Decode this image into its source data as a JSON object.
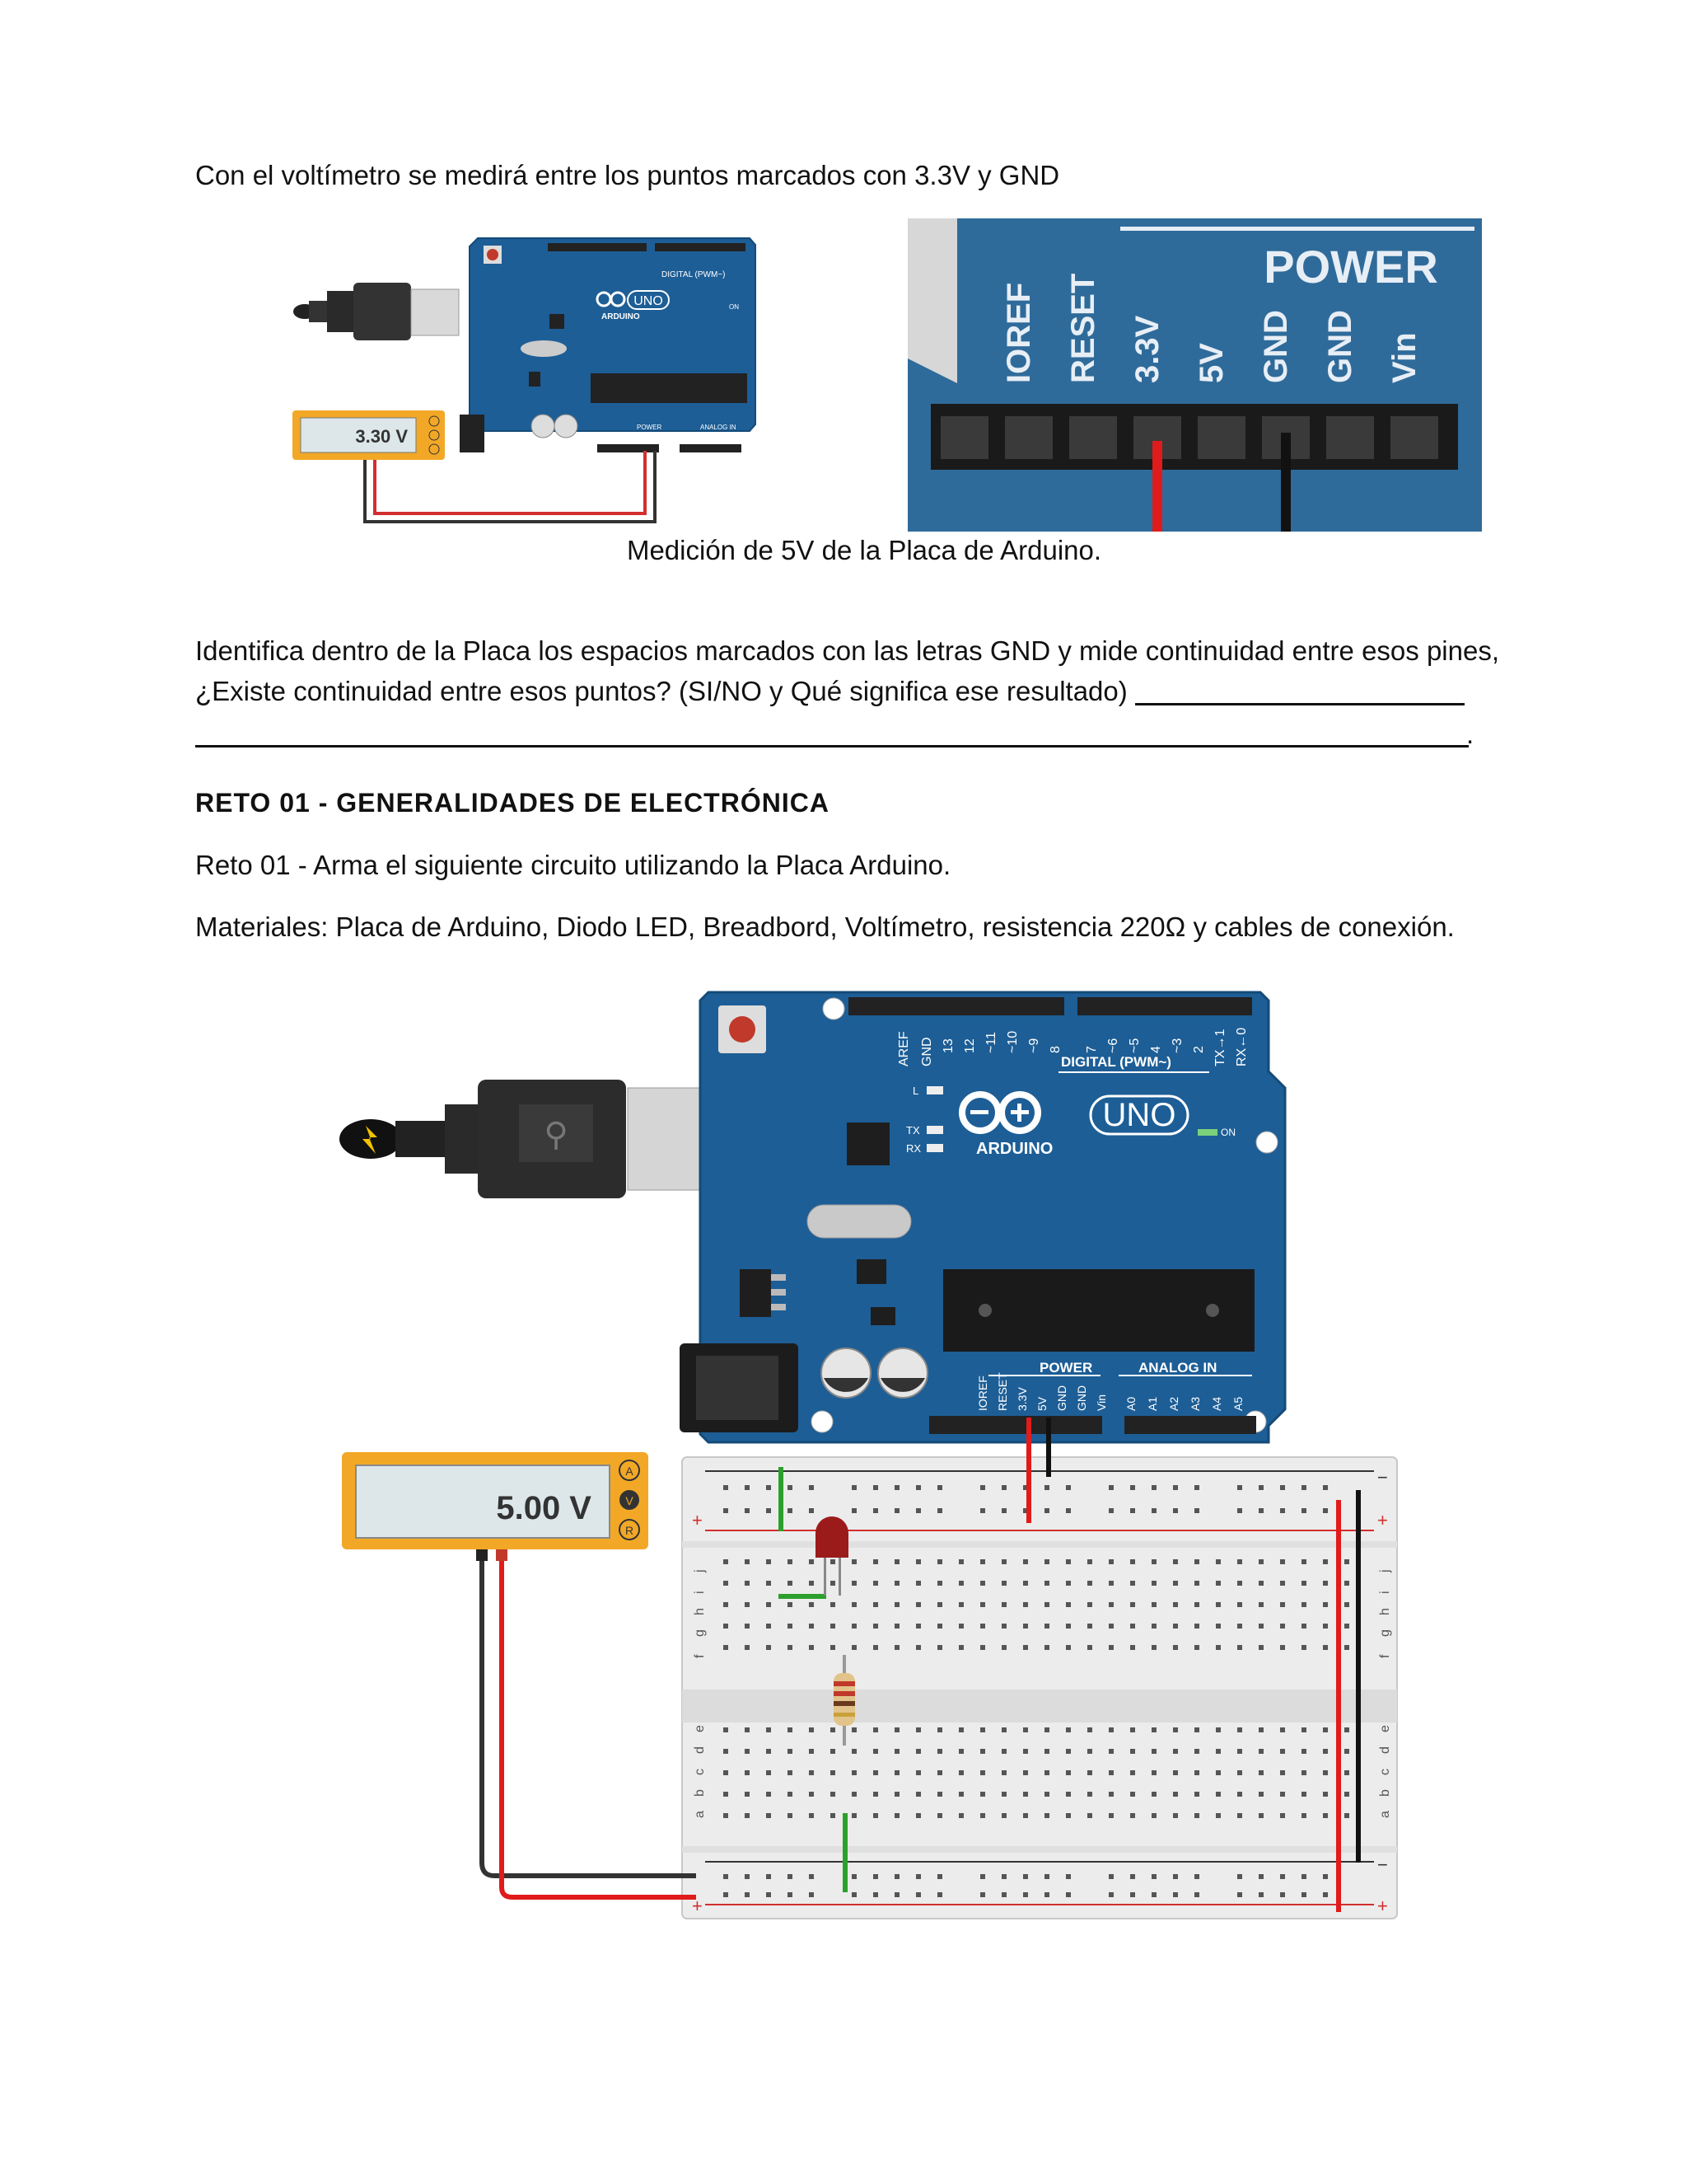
{
  "intro_text": "Con el voltímetro se medirá entre los puntos marcados con 3.3V y GND",
  "figure1": {
    "meter_reading": "3.30 V",
    "board_brand": "ARDUINO",
    "board_model": "UNO",
    "digital_label": "DIGITAL (PWM~)",
    "power_label": "POWER",
    "analog_label": "ANALOG IN",
    "on_label": "ON"
  },
  "figure2": {
    "power_title": "POWER",
    "pins": [
      "IOREF",
      "RESET",
      "3.3V",
      "5V",
      "GND",
      "GND",
      "Vin"
    ]
  },
  "caption": "Medición de 5V de la Placa de Arduino.",
  "question": {
    "line1": "Identifica dentro de la Placa los espacios marcados con las letras GND y mide continuidad entre esos pines,",
    "line2": "¿Existe continuidad entre esos puntos? (SI/NO y Qué significa ese resultado)",
    "end_mark": "."
  },
  "section_title": "RETO 01 - GENERALIDADES DE ELECTRÓNICA",
  "challenge_text": "Reto 01 - Arma el siguiente circuito utilizando la Placa Arduino.",
  "materials_text": "Materiales: Placa de Arduino, Diodo LED, Breadbord, Voltímetro, resistencia 220Ω y cables de conexión.",
  "figure3": {
    "meter_reading": "5.00 V",
    "meter_modes": [
      "A",
      "V",
      "R"
    ],
    "board_brand": "ARDUINO",
    "board_model": "UNO",
    "digital_label": "DIGITAL (PWM~)",
    "power_label": "POWER",
    "analog_label": "ANALOG IN",
    "on_label": "ON",
    "tx_label": "TX",
    "rx_label": "RX",
    "l_label": "L",
    "digital_pins": [
      "AREF",
      "GND",
      "13",
      "12",
      "~11",
      "~10",
      "~9",
      "8",
      "7",
      "~6",
      "~5",
      "4",
      "~3",
      "2",
      "TX→1",
      "RX←0"
    ],
    "power_pins": [
      "IOREF",
      "RESET",
      "3.3V",
      "5V",
      "GND",
      "GND",
      "Vin"
    ],
    "analog_pins": [
      "A0",
      "A1",
      "A2",
      "A3",
      "A4",
      "A5"
    ],
    "breadboard_rows_top": [
      "f",
      "g",
      "h",
      "i",
      "j"
    ],
    "breadboard_rows_bottom": [
      "a",
      "b",
      "c",
      "d",
      "e"
    ],
    "plus_sign": "+",
    "minus_sign": "−"
  }
}
